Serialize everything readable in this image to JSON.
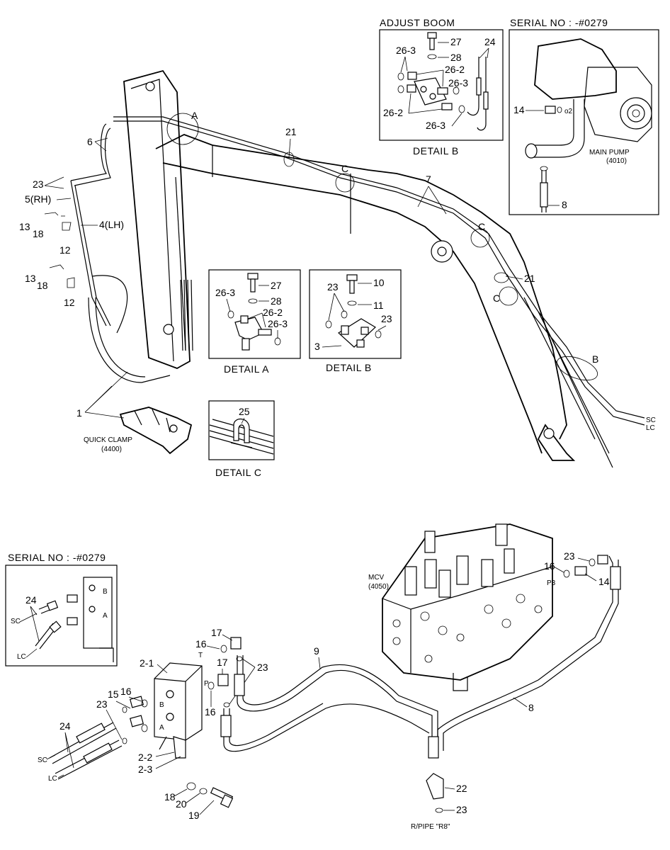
{
  "details": {
    "adjust_boom": "ADJUST BOOM",
    "serial_top": "SERIAL NO : -#0279",
    "serial_bottom": "SERIAL NO : -#0279",
    "detail_a": "DETAIL  A",
    "detail_b_mid": "DETAIL  B",
    "detail_b_top": "DETAIL  B",
    "detail_c": "DETAIL  C"
  },
  "components": {
    "main_pump": "MAIN PUMP",
    "main_pump_code": "(4010)",
    "quick_clamp": "QUICK CLAMP",
    "quick_clamp_code": "(4400)",
    "mcv": "MCV",
    "mcv_code": "(4050)",
    "rpipe": "R/PIPE \"R8\"",
    "p3": "P3",
    "port_t": "T",
    "port_p": "P",
    "port_a": "A",
    "port_b": "B"
  },
  "callouts": {
    "c6": "6",
    "c23": "23",
    "c5rh": "5(RH)",
    "c4lh": "4(LH)",
    "c13": "13",
    "c18": "18",
    "c12": "12",
    "c13b": "13",
    "c18b": "18",
    "c12b": "12",
    "c1": "1",
    "c21": "21",
    "cA": "A",
    "cC1": "C",
    "c7": "7",
    "cC2": "C",
    "c21b": "21",
    "cC3": "C",
    "cB": "B",
    "cSC": "SC",
    "cLC": "LC",
    "dA27": "27",
    "dA26_3": "26-3",
    "dA28": "28",
    "dA26_2": "26-2",
    "dA26_3b": "26-3",
    "dB10": "10",
    "dB23": "23",
    "dB11": "11",
    "dB23b": "23",
    "dB3": "3",
    "dC25": "25",
    "ab27": "27",
    "ab28": "28",
    "ab26_3": "26-3",
    "ab26_2": "26-2",
    "ab26_3b": "26-3",
    "ab26_2b": "26-2",
    "ab26_3c": "26-3",
    "ab24": "24",
    "sp14": "14",
    "sp8": "8",
    "sp_o2": "o2",
    "b2_1": "2-1",
    "b16": "16",
    "b17": "17",
    "b17b": "17",
    "b23": "23",
    "b16b": "16",
    "b9": "9",
    "b15": "15",
    "b16c": "16",
    "b23b": "23",
    "b24": "24",
    "bSC": "SC",
    "bLC": "LC",
    "b2_2": "2-2",
    "b2_3": "2-3",
    "b18": "18",
    "b20": "20",
    "b19": "19",
    "b8": "8",
    "b22": "22",
    "b23c": "23",
    "b16d": "16",
    "b14": "14",
    "b23d": "23",
    "sb24": "24",
    "sbSC": "SC",
    "sbLC": "LC",
    "sbB": "B",
    "sbA": "A"
  }
}
